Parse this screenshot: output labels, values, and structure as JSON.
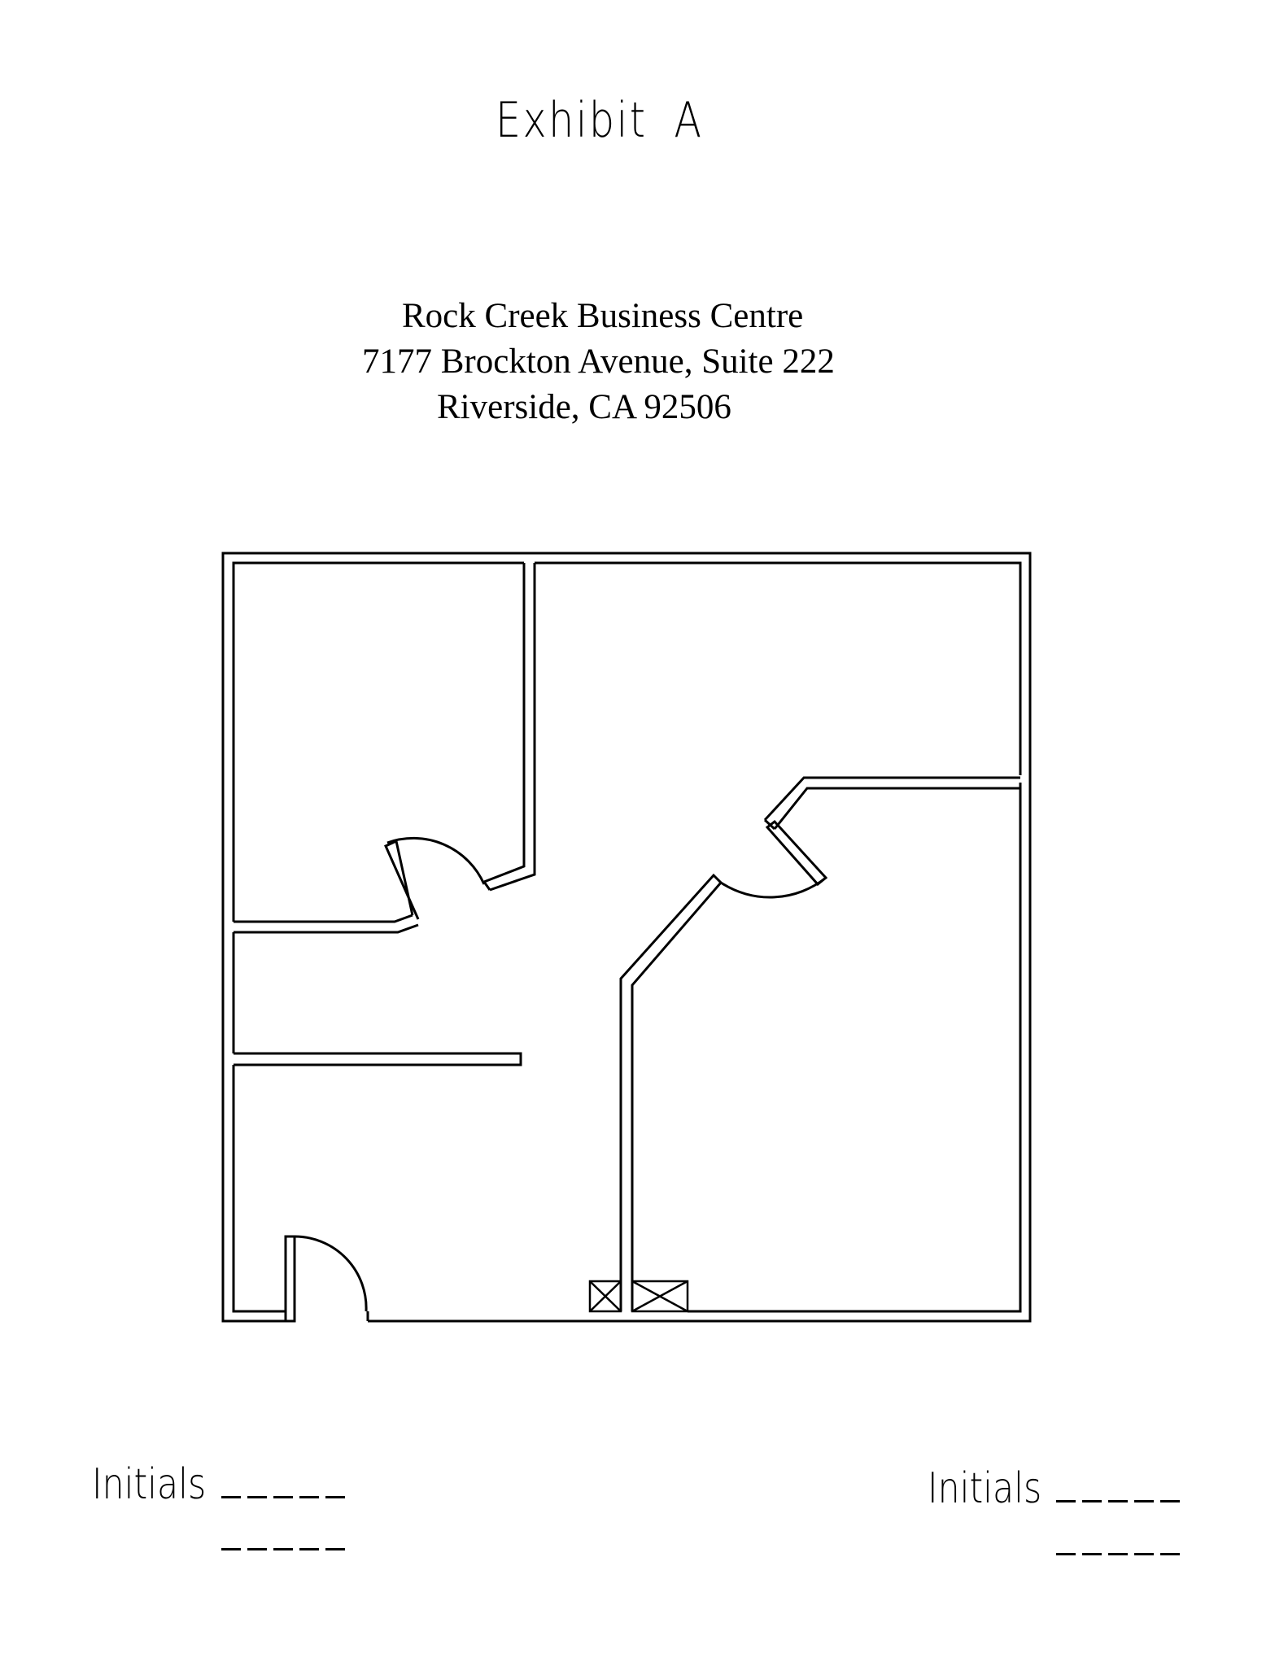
{
  "header": {
    "title": "Exhibit A"
  },
  "address": {
    "line1": "Rock Creek Business Centre",
    "line2": "7177 Brockton Avenue, Suite 222",
    "line3": "Riverside, CA 92506"
  },
  "signature": {
    "left_label": "Initials",
    "right_label": "Initials"
  },
  "colors": {
    "line": "#000000",
    "background": "#ffffff"
  }
}
